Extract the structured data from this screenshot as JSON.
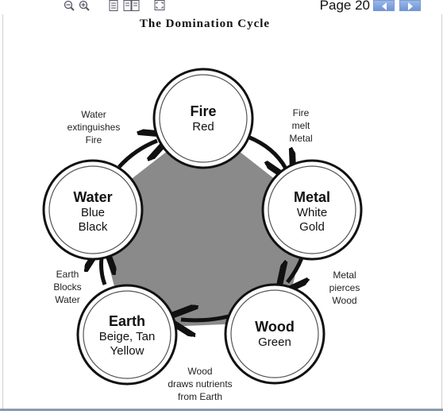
{
  "toolbar": {
    "page_label": "Page 20",
    "icons": [
      "zoom-out-icon",
      "zoom-in-icon",
      "single-page-icon",
      "two-page-icon",
      "fullscreen-icon",
      "prev-page-icon",
      "next-page-icon"
    ]
  },
  "diagram": {
    "title": "The Domination Cycle",
    "elements": [
      {
        "name": "Fire",
        "colors": [
          "Red"
        ]
      },
      {
        "name": "Metal",
        "colors": [
          "White",
          "Gold"
        ]
      },
      {
        "name": "Wood",
        "colors": [
          "Green"
        ]
      },
      {
        "name": "Earth",
        "colors": [
          "Beige, Tan",
          "Yellow"
        ]
      },
      {
        "name": "Water",
        "colors": [
          "Blue",
          "Black"
        ]
      }
    ],
    "relations": [
      {
        "lines": [
          "Fire",
          "melt",
          "Metal"
        ]
      },
      {
        "lines": [
          "Metal",
          "pierces",
          "Wood"
        ]
      },
      {
        "lines": [
          "Wood",
          "draws nutrients",
          "from Earth"
        ]
      },
      {
        "lines": [
          "Earth",
          "Blocks",
          "Water"
        ]
      },
      {
        "lines": [
          "Water",
          "extinguishes",
          "Fire"
        ]
      }
    ]
  },
  "colors": {
    "center_fill": "#8a8a8a",
    "circle_border": "#1a1a1a",
    "nav_button": "#7a9ad0"
  }
}
